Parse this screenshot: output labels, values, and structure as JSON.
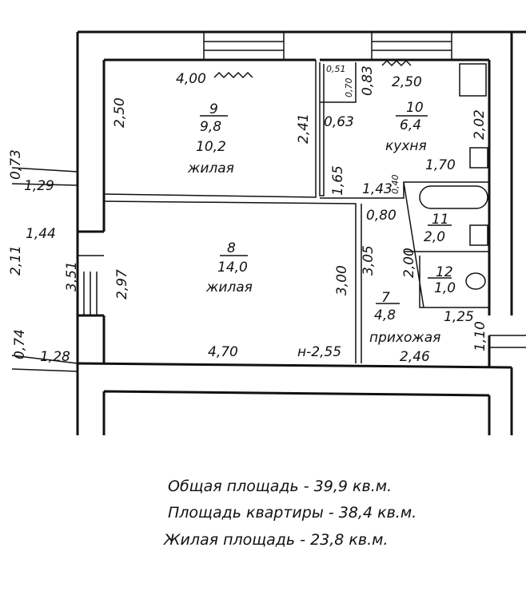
{
  "rooms": {
    "r9": {
      "num": "9",
      "area": "9,8",
      "area2": "10,2",
      "name": "жилая",
      "dims": [
        "4,00",
        "2,50",
        "2,41"
      ]
    },
    "r8": {
      "num": "8",
      "area": "14,0",
      "name": "жилая",
      "dims": [
        "4,70",
        "3,00",
        "2,97",
        "н-2,55"
      ]
    },
    "r10": {
      "num": "10",
      "area": "6,4",
      "name": "кухня",
      "dims": [
        "2,50",
        "2,02",
        "1,70",
        "0,83",
        "0,63",
        "1,65",
        "1,43",
        "0,40"
      ]
    },
    "r11": {
      "num": "11",
      "area": "2,0"
    },
    "r12": {
      "num": "12",
      "area": "1,0"
    },
    "r7": {
      "num": "7",
      "area": "4,8",
      "name": "прихожая",
      "dims": [
        "2,46",
        "0,80",
        "3,05",
        "2,00",
        "1,25",
        "1,10"
      ]
    },
    "closet": {
      "dims": [
        "0,51",
        "0,70"
      ]
    }
  },
  "outside": [
    "1,29",
    "1,44",
    "0,73",
    "2,11",
    "0,74",
    "1,28",
    "3,51"
  ],
  "summary": [
    "Общая площадь - 39,9 кв.м.",
    "Площадь квартиры - 38,4 кв.м.",
    "Жилая площадь - 23,8 кв.м."
  ]
}
